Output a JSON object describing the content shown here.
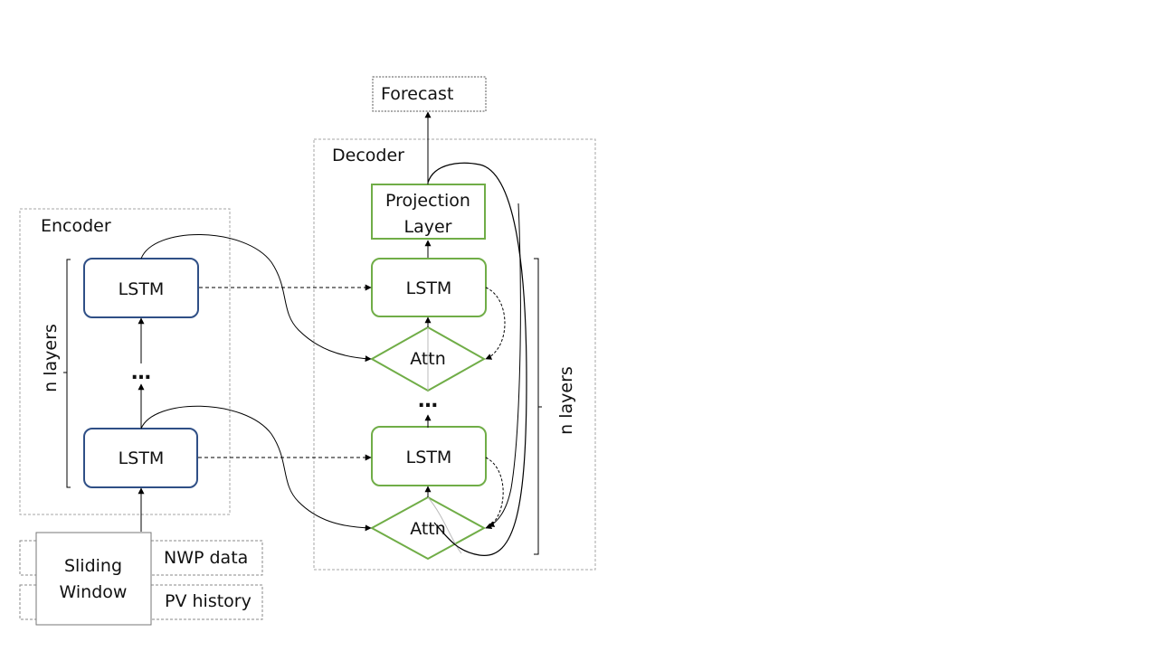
{
  "encoder": {
    "title": "Encoder",
    "layer_top": "LSTM",
    "layer_bottom": "LSTM",
    "ellipsis": "…",
    "n_layers": "n layers"
  },
  "decoder": {
    "title": "Decoder",
    "projection_line1": "Projection",
    "projection_line2": "Layer",
    "lstm_top": "LSTM",
    "lstm_bottom": "LSTM",
    "attn_top": "Attn",
    "attn_bottom": "Attn",
    "ellipsis": "…",
    "n_layers": "n layers"
  },
  "output": {
    "label": "Forecast"
  },
  "inputs": {
    "sliding_line1": "Sliding",
    "sliding_line2": "Window",
    "nwp": "NWP data",
    "pv": "PV history"
  },
  "colors": {
    "encoder_box": "#2f4f86",
    "decoder_green": "#70ad47",
    "dashed_frame": "#a6a6a6",
    "arrow": "#000000"
  }
}
